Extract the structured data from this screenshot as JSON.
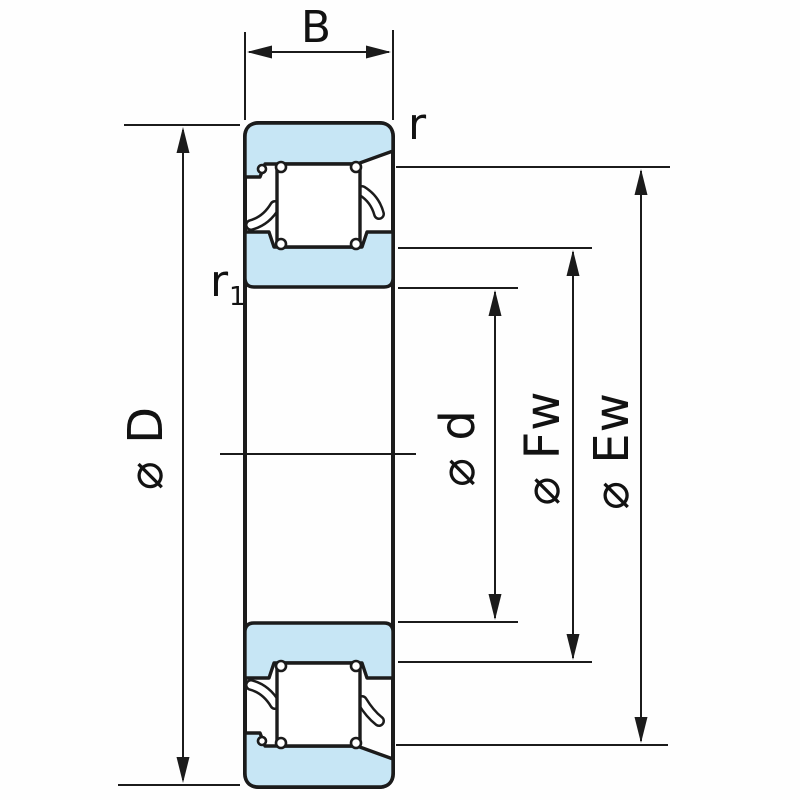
{
  "diagram": {
    "labels": {
      "width_b": "B",
      "outer_chamfer": "r",
      "inner_chamfer_base": "r",
      "inner_chamfer_sub": "1",
      "outside_diameter": "⌀ D",
      "bore_diameter": "⌀ d",
      "inner_raceway_diameter": "⌀ Fw",
      "outer_raceway_diameter": "⌀ Ew"
    },
    "colors": {
      "ring_fill": "#c7e6f5",
      "line_color": "#1b1b1b",
      "background": "#fefefe"
    }
  }
}
